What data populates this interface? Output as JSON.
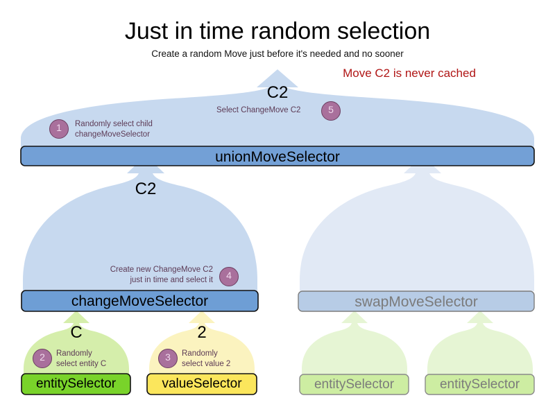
{
  "header": {
    "title": "Just in time random selection",
    "subtitle": "Create a random Move just before it's needed and no sooner",
    "note": "Move C2 is never cached",
    "note_color": "#b01515"
  },
  "colors": {
    "bell_blue": "#c7d9ef",
    "bell_blue_faded": "#e1e9f5",
    "bar_blue": "#73a0d6",
    "bar_blue_faded": "#b7cce6",
    "bell_green": "#d5eeab",
    "bell_green_faded": "#e6f5d4",
    "bar_green": "#79d32a",
    "bar_green_faded": "#cdeda2",
    "bell_yellow": "#fbf3bf",
    "bar_yellow": "#fbe65c",
    "badge_fill": "#a9709c",
    "badge_stroke": "#6d3f62",
    "annotation_text": "#5c3a55",
    "dim_text": "#7b7b7b"
  },
  "nodes": {
    "union": {
      "label": "unionMoveSelector",
      "flow_letter": "C2",
      "annotations": [
        {
          "badge": "1",
          "lines": [
            "Randomly select child",
            "changeMoveSelector"
          ]
        },
        {
          "badge": "5",
          "lines": [
            "Select ChangeMove C2"
          ]
        }
      ]
    },
    "change": {
      "label": "changeMoveSelector",
      "flow_letter": "C2",
      "annotations": [
        {
          "badge": "4",
          "lines": [
            "Create new ChangeMove C2",
            "just in time and select it"
          ]
        }
      ]
    },
    "swap": {
      "label": "swapMoveSelector",
      "flow_letter": "",
      "annotations": []
    },
    "entity_c": {
      "label": "entitySelector",
      "flow_letter": "C",
      "annotations": [
        {
          "badge": "2",
          "lines": [
            "Randomly",
            "select entity C"
          ]
        }
      ]
    },
    "value_2": {
      "label": "valueSelector",
      "flow_letter": "2",
      "annotations": [
        {
          "badge": "3",
          "lines": [
            "Randomly",
            "select value 2"
          ]
        }
      ]
    },
    "swap_entity_left": {
      "label": "entitySelector"
    },
    "swap_entity_right": {
      "label": "entitySelector"
    }
  }
}
